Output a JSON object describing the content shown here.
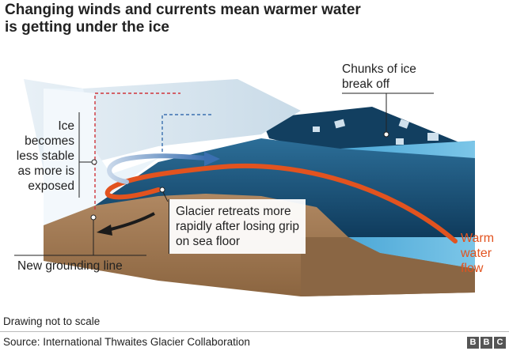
{
  "title": {
    "line1": "Changing winds and currents mean warmer water",
    "line2": "is getting under the ice"
  },
  "labels": {
    "chunks_line1": "Chunks of ice",
    "chunks_line2": "break off",
    "ice_line1": "Ice",
    "ice_line2": "becomes",
    "ice_line3": "less stable",
    "ice_line4": "as more is",
    "ice_line5": "exposed",
    "retreat_line1": "Glacier retreats more",
    "retreat_line2": "rapidly after losing grip",
    "retreat_line3": "on sea floor",
    "grounding": "New grounding line",
    "warm_line1": "Warm",
    "warm_line2": "water",
    "warm_line3": "flow"
  },
  "footer": {
    "note": "Drawing not to scale",
    "source": "Source: International Thwaites Glacier Collaboration",
    "logo": [
      "B",
      "B",
      "C"
    ]
  },
  "colors": {
    "warm_flow": "#e2531f",
    "cold_flow": "#3a6fb0",
    "ocean": "#1f5a80",
    "bedrock": "#a07a52",
    "ice": "#dfeaf3",
    "red_dashed": "#d0353b",
    "blue_dashed": "#3a6fb0"
  }
}
